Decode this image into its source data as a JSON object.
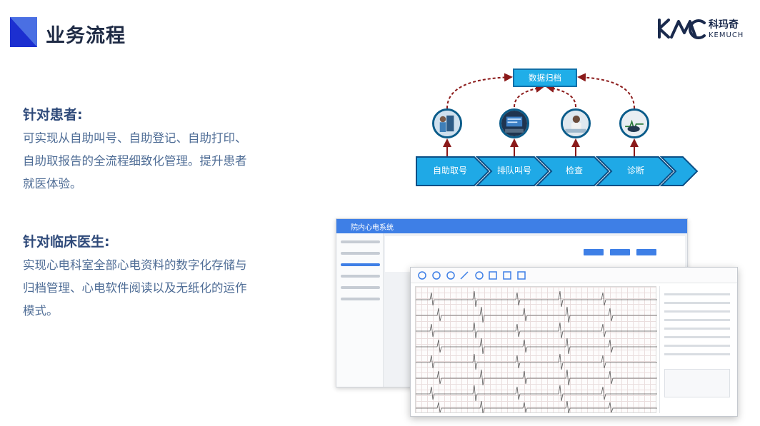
{
  "header": {
    "title": "业务流程",
    "logo": {
      "cn": "科玛奇",
      "en": "KEMUCH",
      "mark_text": "KMC"
    }
  },
  "sections": [
    {
      "heading": "针对患者:",
      "lines": [
        "可实现从自助叫号、自助登记、自助打印、",
        "自助取报告的全流程细致化管理。提升患者",
        "就医体验。"
      ]
    },
    {
      "heading": "针对临床医生:",
      "lines": [
        "实现心电科室全部心电资料的数字化存储与",
        "归档管理、心电软件阅读以及无纸化的运作",
        "模式。"
      ]
    }
  ],
  "flow": {
    "archive_label": "数据归档",
    "steps": [
      "自助取号",
      "排队叫号",
      "检查",
      "诊断"
    ],
    "icons": [
      "kiosk-photo-icon",
      "queue-screen-photo-icon",
      "exam-photo-icon",
      "diagnosis-photo-icon"
    ],
    "colors": {
      "arrow_fill": "#1fa9e6",
      "arrow_stroke": "#0b4f86",
      "dash": "#8b1a1a"
    }
  },
  "screenshot": {
    "app_title": "院内心电系统"
  },
  "colors": {
    "title": "#1e2a44",
    "heading": "#2f4a7a",
    "body": "#4f6d96",
    "accent": "#1c2fd0"
  }
}
